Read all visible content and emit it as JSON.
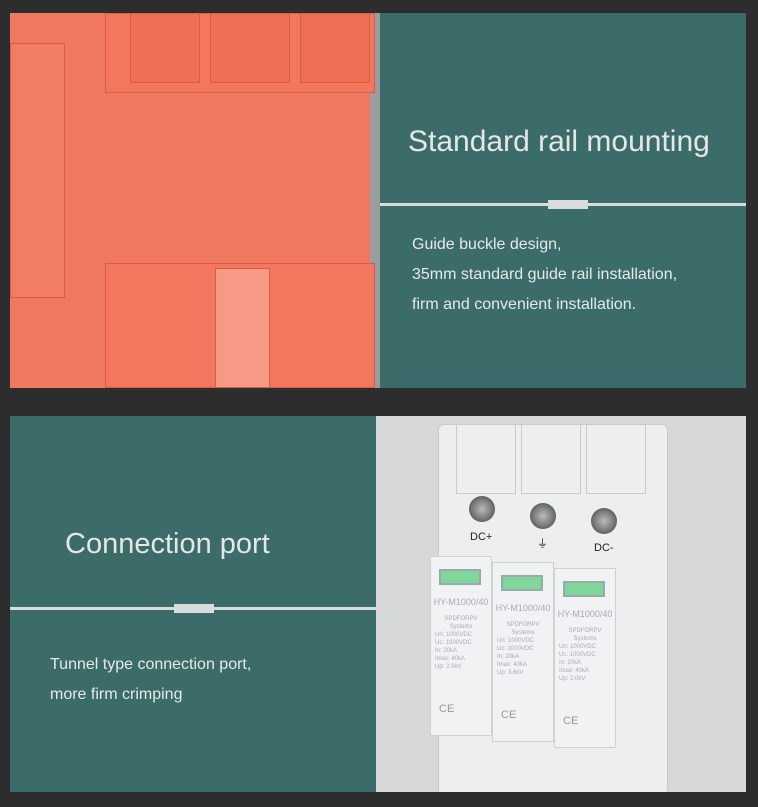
{
  "sections": [
    {
      "title": "Standard rail mounting",
      "description": [
        "Guide buckle design,",
        "35mm standard guide rail installation,",
        "firm and convenient installation."
      ]
    },
    {
      "title": "Connection port",
      "description": [
        "Tunnel type connection port,",
        "more firm crimping"
      ]
    }
  ],
  "product": {
    "terminals": [
      "DC+",
      "⏚",
      "DC-"
    ],
    "modules": [
      {
        "model": "HY-M1000/40",
        "type": "SPDFORPV Systems",
        "specs": [
          "Un: 1000VDC",
          "Uc: 1000VDC",
          "In: 20kA",
          "Imax: 40kA",
          "Up: 2.0kV"
        ],
        "mark": "CE"
      },
      {
        "model": "HY-M1000/40",
        "type": "SPDFORPV Systems",
        "specs": [
          "Un: 1000VDC",
          "Uc: 1000VDC",
          "In: 20kA",
          "Imax: 40kA",
          "Up: 3.6kV"
        ],
        "mark": "CE"
      },
      {
        "model": "HY-M1000/40",
        "type": "SPDFORPV Systems",
        "specs": [
          "Un: 1000VDC",
          "Uc: 1000VDC",
          "In: 20kA",
          "Imax: 40kA",
          "Up: 2.0kV"
        ],
        "mark": "CE"
      }
    ]
  },
  "colors": {
    "teal": "#3b6c69",
    "orange": "#f2775e",
    "background": "#2d2d2d"
  }
}
